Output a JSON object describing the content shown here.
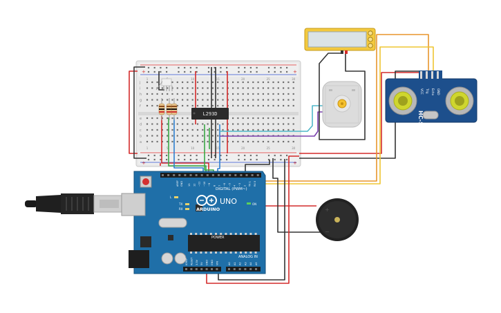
{
  "board": {
    "name": "ARDUINO",
    "model": "UNO",
    "header_digital": "DIGITAL (PWM~)",
    "header_power": "POWER",
    "header_analog": "ANALOG IN",
    "led_tx": "TX",
    "led_rx": "RX",
    "led_l": "L",
    "led_on": "ON",
    "pin_aref": "AREF",
    "pin_gnd": "GND",
    "digital_pins": [
      "13",
      "12",
      "~11",
      "~10",
      "~9",
      "8",
      "7",
      "~6",
      "~5",
      "4",
      "~3",
      "2",
      "TX 1",
      "RX 0"
    ],
    "power_pins": [
      "IOREF",
      "RESET",
      "3.3V",
      "5V",
      "GND",
      "GND",
      "VIN"
    ],
    "analog_pins": [
      "A0",
      "A1",
      "A2",
      "A3",
      "A4",
      "A5"
    ]
  },
  "chip": {
    "label": "L293D"
  },
  "sensor": {
    "label": "HC-SR04",
    "pins": [
      "VCC",
      "Trig",
      "Echo",
      "GND"
    ]
  },
  "breadboard": {
    "row_letters_top": [
      "j",
      "i",
      "h",
      "g",
      "f"
    ],
    "row_letters_bottom": [
      "e",
      "d",
      "c",
      "b",
      "a"
    ],
    "col_numbers": [
      "1",
      "5",
      "10",
      "15",
      "20",
      "25",
      "30"
    ]
  },
  "colors": {
    "wire_red": "#d42a2a",
    "wire_black": "#333333",
    "wire_green": "#39a845",
    "wire_blue": "#2e7fd0",
    "wire_cyan": "#4fb7c9",
    "wire_purple": "#7a3fae",
    "wire_orange": "#e8962c",
    "wire_yellow": "#efc531",
    "board_blue": "#1f6fa8",
    "sensor_blue": "#1d4f8c"
  }
}
